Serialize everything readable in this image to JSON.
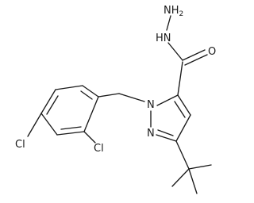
{
  "atoms": {
    "hydrazide_terminal_n": "NH",
    "hydrazide_terminal_n_subscript": "2",
    "hydrazide_nh": "HN",
    "carbonyl_o": "O",
    "pyrazole_n1": "N",
    "pyrazole_n2": "N",
    "cl_para": "Cl",
    "cl_ortho": "Cl"
  }
}
